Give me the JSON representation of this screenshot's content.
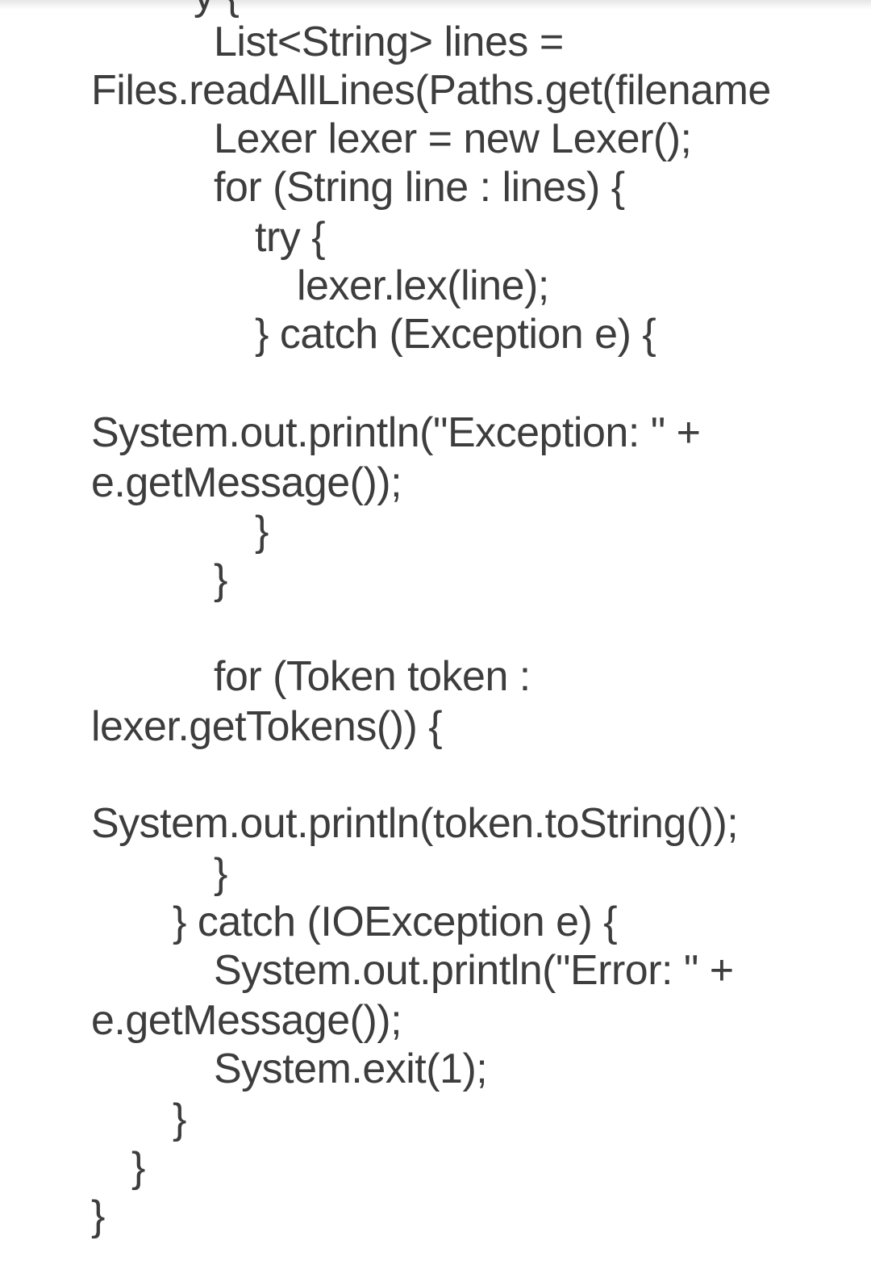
{
  "code_view": {
    "lines": [
      "y {",
      "List<String> lines =",
      "Files.readAllLines(Paths.get(filename",
      "Lexer lexer = new Lexer();",
      "for (String line : lines) {",
      "try {",
      "lexer.lex(line);",
      "} catch (Exception e) {",
      "System.out.println(\"Exception: \" +",
      "e.getMessage());",
      "}",
      "}",
      "for (Token token :",
      "lexer.getTokens()) {",
      "System.out.println(token.toString());",
      "}",
      "} catch (IOException e) {",
      "System.out.println(\"Error: \" +",
      "e.getMessage());",
      "System.exit(1);",
      "}",
      "}",
      "}"
    ]
  }
}
